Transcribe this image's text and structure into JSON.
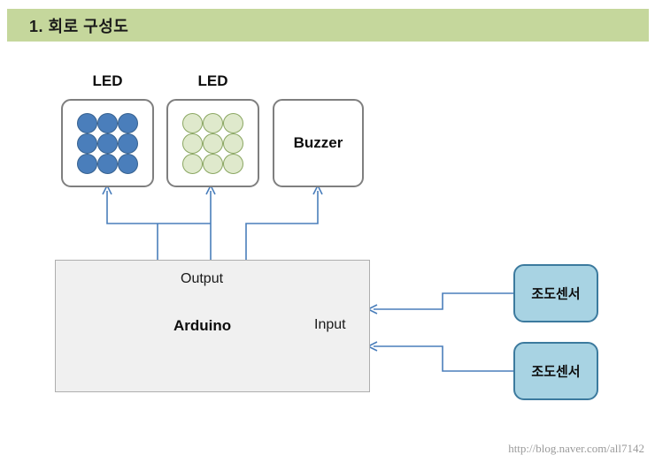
{
  "header": {
    "title": "1. 회로 구성도",
    "bar_color": "#c5d79c"
  },
  "diagram": {
    "output_devices": [
      {
        "label": "LED",
        "kind": "led-matrix",
        "dot_count": 9,
        "dot_fill": "#4a7ebb",
        "dot_border": "#36618f"
      },
      {
        "label": "LED",
        "kind": "led-matrix",
        "dot_count": 9,
        "dot_fill": "#dfe9cc",
        "dot_border": "#8aa661"
      },
      {
        "label": "Buzzer",
        "kind": "buzzer",
        "inner_text": "Buzzer"
      }
    ],
    "controller": {
      "name": "Arduino",
      "output_label": "Output",
      "input_label": "Input",
      "fill": "#f0f0f0",
      "border": "#aeaeae"
    },
    "sensors": [
      {
        "label": "조도센서",
        "fill": "#a8d3e3",
        "border": "#3c7a9e"
      },
      {
        "label": "조도센서",
        "fill": "#a8d3e3",
        "border": "#3c7a9e"
      }
    ],
    "wire_color": "#4a7ebb"
  },
  "footer": {
    "url": "http://blog.naver.com/all7142"
  }
}
